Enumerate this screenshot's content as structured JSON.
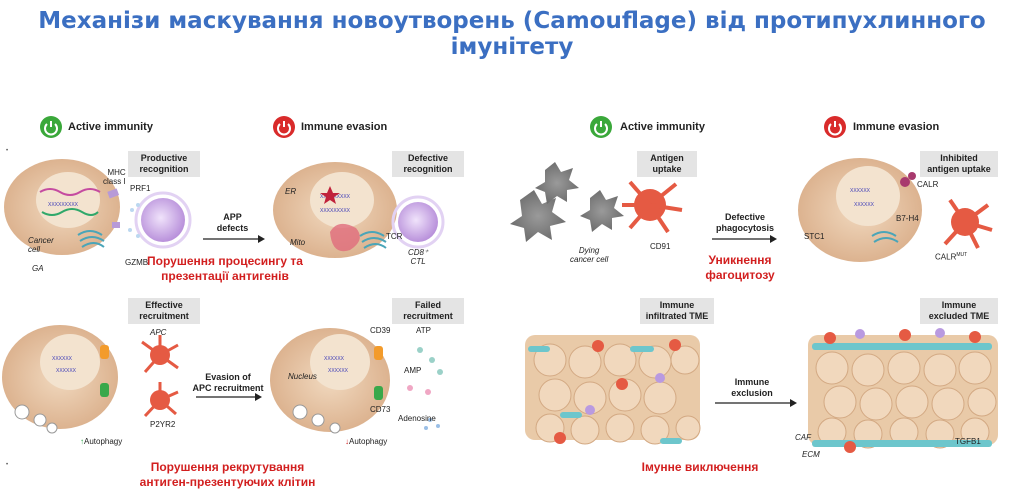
{
  "title": "Механізи маскування новоутворень (Camouflage) від протипухлинного імунітету",
  "left": {
    "headers": {
      "active": "Active immunity",
      "evasion": "Immune evasion"
    },
    "row1": {
      "box_left": [
        "Productive",
        "recognition"
      ],
      "box_right": [
        "Defective",
        "recognition"
      ],
      "arrow": [
        "APP",
        "defects"
      ],
      "labels": {
        "mhc": [
          "MHC",
          "class I"
        ],
        "prf1": "PRF1",
        "cancer": [
          "Cancer",
          "cell"
        ],
        "ga": "GA",
        "gzmb": "GZMB",
        "er": "ER",
        "mito": "Mito",
        "tcr": "TCR",
        "cd8": [
          "CD8⁺",
          "CTL"
        ]
      },
      "caption": [
        "Порушення процесингу та",
        "презентації антигенів"
      ]
    },
    "row2": {
      "box_left": [
        "Effective",
        "recruitment"
      ],
      "box_right": [
        "Failed",
        "recruitment"
      ],
      "arrow": [
        "Evasion of",
        "APC recruitment"
      ],
      "labels": {
        "apc": "APC",
        "p2yr2": "P2YR2",
        "autophagy_up": "Autophagy",
        "nucleus": "Nucleus",
        "cd39": "CD39",
        "cd73": "CD73",
        "atp": "ATP",
        "amp": "AMP",
        "adenosine": "Adenosine",
        "autophagy_down": "Autophagy"
      },
      "caption": [
        "Порушення рекрутування",
        "антиген-презентуючих клітин"
      ]
    }
  },
  "right": {
    "headers": {
      "active": "Active immunity",
      "evasion": "Immune evasion"
    },
    "row1": {
      "box_left": [
        "Antigen",
        "uptake"
      ],
      "box_right": [
        "Inhibited",
        "antigen uptake"
      ],
      "arrow": [
        "Defective",
        "phagocytosis"
      ],
      "labels": {
        "dying": [
          "Dying",
          "cancer cell"
        ],
        "cd91": "CD91",
        "calr": "CALR",
        "b7h4": "B7-H4",
        "stc1": "STC1",
        "calrmut": "CALR",
        "calrmut_sup": "MUT"
      },
      "caption": "Уникнення фагоцитозу"
    },
    "row2": {
      "box_left": [
        "Immune",
        "infiltrated TME"
      ],
      "box_right": [
        "Immune",
        "excluded TME"
      ],
      "arrow": [
        "Immune",
        "exclusion"
      ],
      "labels": {
        "tgfb1": "TGFB1",
        "caf": "CAF",
        "ecm": "ECM"
      },
      "caption": "Імунне виключення"
    }
  },
  "colors": {
    "title": "#3b6fc2",
    "caption_red": "#d21f1f",
    "power_on": "#3aa83a",
    "power_off": "#d92b2b",
    "cell": "#e8c6a6",
    "nucleus": "#f3e3cf",
    "dc": "#e55a43",
    "tcell": "#c9a6e6"
  }
}
